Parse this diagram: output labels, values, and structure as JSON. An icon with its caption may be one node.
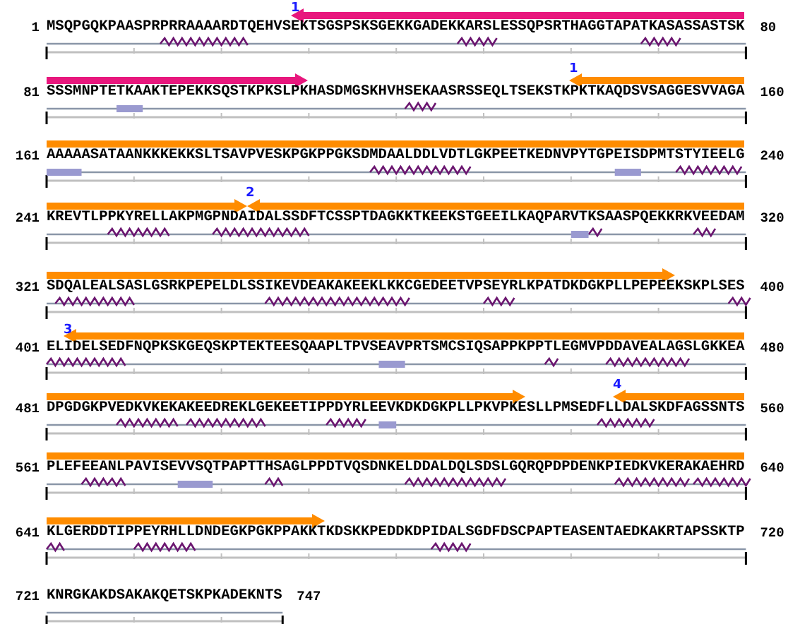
{
  "diagram": {
    "labels": [
      "1",
      "1",
      "MSQPGQKPAASPRPRRAAAARDTQEHVSEKTSGSPSKSGEKKGADEKKARSLESSQPSRTHAGGTAPATKASASSASTSK",
      "80",
      "1",
      "81",
      "SSSMNPTETKAAKTEPEKKSQSTKPKSLPKHASDMGSKHVHSEKAASRSSEQLTSEKSTKPKTKAQDSVSAGGESVVAGA",
      "160",
      "161",
      "AAAAASATAANKKKEKKSLTSAVPVESKPGKPPGKSDMDAALDDLVDTLGKPEETKEDNVPYTGPEISDPMTSTYIEELG",
      "240",
      "2",
      "241",
      "KREVTLPPKYRELLAKPMGPNDAIDALSSDFTCSSPTDAGKKTKEEKSTGEEILKAQPARVTKSAASPQEKKRKVEEDAM",
      "320",
      "321",
      "SDQALEALSASLGSRKPEPELDLSSIKEVDEAKAKEEKLKKCGEDEETVPSEYRLKPATDKDGKPLLPEPEEKSKPLSES",
      "400",
      "3",
      "401",
      "ELIDELSEDFNQPKSKGEQSKPTEKTEESQAAPLTPVSEAVPRTSMCSIQSAPPKPPTLEGMVPDDAVEALAGSLGKKEA",
      "480",
      "4",
      "481",
      "DPGDGKPVEDKVKEKAKEEDREKLGEKEETIPPDYRLEEVKDKDGKPLLPKVPKESLLPMSEDFLLDALSKDFAGSSNTS",
      "560",
      "561",
      "PLEFEEANLPAVISEVVSQTPAPTTHSAGLPPDTVQSDNKELDDALDQLSDSLGQRQPDPDENKPIEDKVKERAKAEHRD",
      "640",
      "641",
      "KLGERDDTIPPEYRHLLDNDEGKPGKPPAKKTKDSKKPEDDKDPIDALSGDFDSCPAPTEASENTAEDKAKRTAPSSKTP",
      "720",
      "721",
      "KNRGKAKDSAKAKQETSKPKADEKNTS",
      "747"
    ]
  }
}
